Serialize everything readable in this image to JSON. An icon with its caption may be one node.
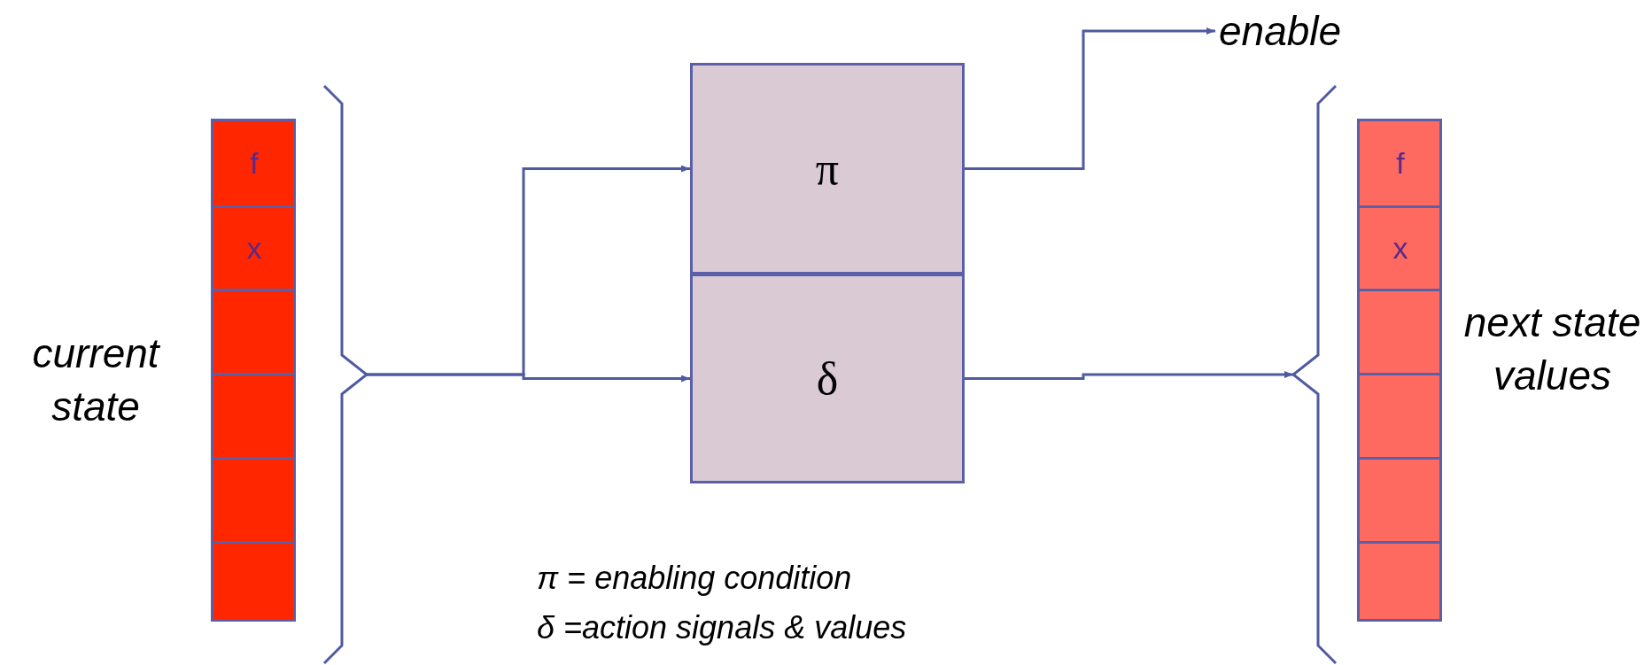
{
  "diagram": {
    "nodes": [
      {
        "text": [],
        "shape": "box",
        "beside": [
          "current state"
        ]
      },
      {
        "text": [
          "f"
        ],
        "in": 0
      },
      {
        "text": [
          "x"
        ],
        "in": 0
      },
      {
        "text": [],
        "shape": "box",
        "in": 0
      },
      {
        "text": [],
        "shape": "box",
        "in": 0
      },
      {
        "text": [],
        "shape": "box",
        "in": 0
      },
      {
        "text": [],
        "shape": "box",
        "in": 0
      },
      {
        "text": [],
        "shape": "brace"
      },
      {
        "text": [
          "π"
        ]
      },
      {
        "text": [
          "δ"
        ]
      },
      {
        "text": [
          "enable"
        ]
      },
      {
        "text": [],
        "shape": "brace"
      },
      {
        "text": [],
        "shape": "box",
        "beside": [
          "next state values"
        ]
      },
      {
        "text": [
          "f"
        ],
        "in": 12
      },
      {
        "text": [
          "x"
        ],
        "in": 12
      },
      {
        "text": [],
        "shape": "box",
        "in": 12
      },
      {
        "text": [],
        "shape": "box",
        "in": 12
      },
      {
        "text": [],
        "shape": "box",
        "in": 12
      },
      {
        "text": [],
        "shape": "box",
        "in": 12
      }
    ],
    "edges": [
      {
        "from": 7,
        "to": 8,
        "arrow": "to"
      },
      {
        "from": 7,
        "to": 9,
        "arrow": "to"
      },
      {
        "from": 8,
        "to": 10,
        "arrow": "to"
      },
      {
        "from": 9,
        "to": 11,
        "arrow": "to"
      }
    ],
    "labels": [
      "π = enabling condition",
      "δ =action signals & values"
    ]
  }
}
